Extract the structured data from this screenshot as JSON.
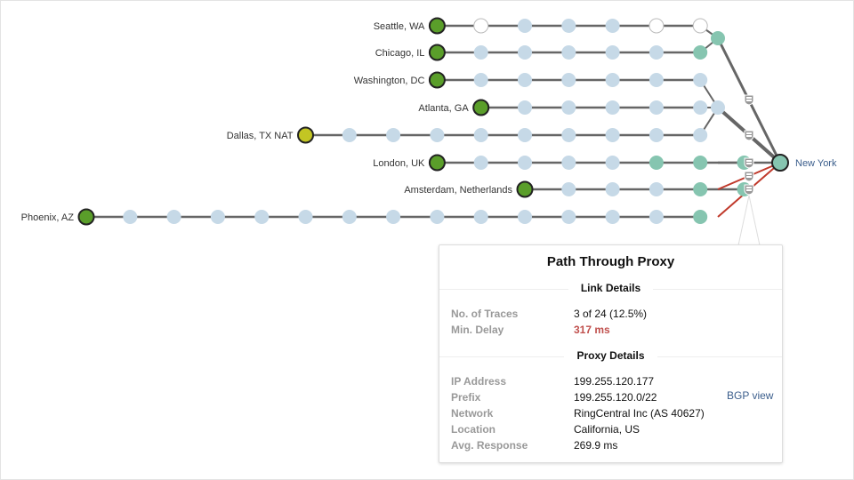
{
  "colors": {
    "source": "#5a9e2a",
    "dallas": "#c3c623",
    "hop": "#c6d9e7",
    "white": "#ffffff",
    "teal": "#86c5b0",
    "edge": "#666666",
    "bad": "#c0392b"
  },
  "destination": {
    "label": "New York"
  },
  "agents": [
    {
      "label": "Seattle, WA",
      "start": 8,
      "nodes": [
        "source",
        "white",
        "hop",
        "hop",
        "hop",
        "white",
        "white"
      ],
      "merge": "a"
    },
    {
      "label": "Chicago, IL",
      "start": 8,
      "nodes": [
        "source",
        "hop",
        "hop",
        "hop",
        "hop",
        "hop",
        "teal"
      ],
      "merge": "a"
    },
    {
      "label": "Washington, DC",
      "start": 8,
      "nodes": [
        "source",
        "hop",
        "hop",
        "hop",
        "hop",
        "hop",
        "hop"
      ],
      "merge": "b"
    },
    {
      "label": "Atlanta, GA",
      "start": 9,
      "nodes": [
        "source",
        "hop",
        "hop",
        "hop",
        "hop",
        "hop"
      ],
      "merge": "b"
    },
    {
      "label": "Dallas, TX NAT",
      "start": 5,
      "nodes": [
        "dallas",
        "hop",
        "hop",
        "hop",
        "hop",
        "hop",
        "hop",
        "hop",
        "hop",
        "hop"
      ],
      "merge": "b"
    },
    {
      "label": "London, UK",
      "start": 8,
      "nodes": [
        "source",
        "hop",
        "hop",
        "hop",
        "hop",
        "teal",
        "teal",
        "teal"
      ],
      "merge": "self"
    },
    {
      "label": "Amsterdam, Netherlands",
      "start": 10,
      "nodes": [
        "source",
        "hop",
        "hop",
        "hop",
        "teal",
        "teal"
      ],
      "merge": "self"
    },
    {
      "label": "Phoenix, AZ",
      "start": 0,
      "nodes": [
        "source",
        "hop",
        "hop",
        "hop",
        "hop",
        "hop",
        "hop",
        "hop",
        "hop",
        "hop",
        "hop",
        "hop",
        "hop",
        "hop",
        "teal"
      ],
      "merge": "self"
    }
  ],
  "tooltip": {
    "title": "Path Through Proxy",
    "link_section": "Link Details",
    "link": [
      {
        "k": "No. of Traces",
        "v": "3 of 24 (12.5%)"
      },
      {
        "k": "Min. Delay",
        "v": "317 ms"
      }
    ],
    "proxy_section": "Proxy Details",
    "proxy": [
      {
        "k": "IP Address",
        "v": "199.255.120.177"
      },
      {
        "k": "Prefix",
        "v": "199.255.120.0/22"
      },
      {
        "k": "Network",
        "v": "RingCentral Inc (AS 40627)"
      },
      {
        "k": "Location",
        "v": "California, US"
      },
      {
        "k": "Avg. Response",
        "v": "269.9 ms"
      }
    ],
    "bgp_link": "BGP view"
  }
}
